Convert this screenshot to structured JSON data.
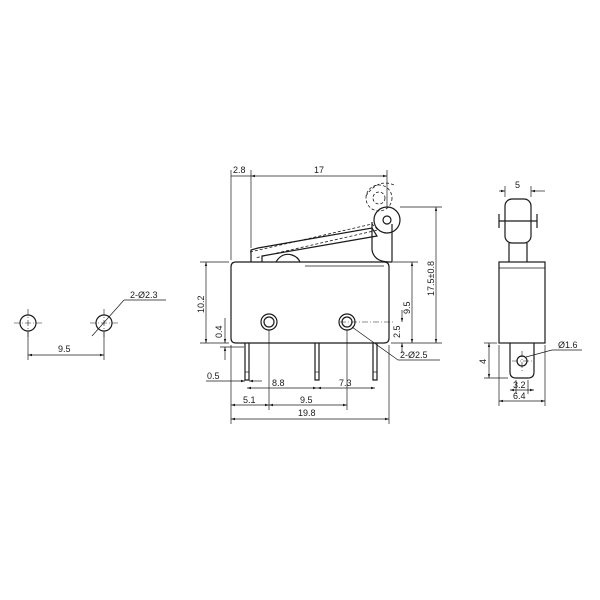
{
  "hole_pattern": {
    "diameter": "2-Ø2.3",
    "spacing": "9.5"
  },
  "front_view": {
    "actuator_offset": "2.8",
    "lever_length": "17",
    "body_height": "10.2",
    "terminal_gap": "0.4",
    "terminal_thickness": "0.5",
    "pitch_1": "8.8",
    "pitch_2": "7.3",
    "edge_to_hole": "5.1",
    "hole_spacing": "9.5",
    "body_length": "19.8",
    "overall_height": "17.5±0.8",
    "hole_height": "9.5",
    "hole_to_bottom": "2.5",
    "mount_holes": "2-Ø2.5"
  },
  "side_view": {
    "roller_width": "5",
    "terminal_height": "4",
    "terminal_hole": "Ø1.6",
    "terminal_width": "3.2",
    "body_width": "6.4"
  }
}
